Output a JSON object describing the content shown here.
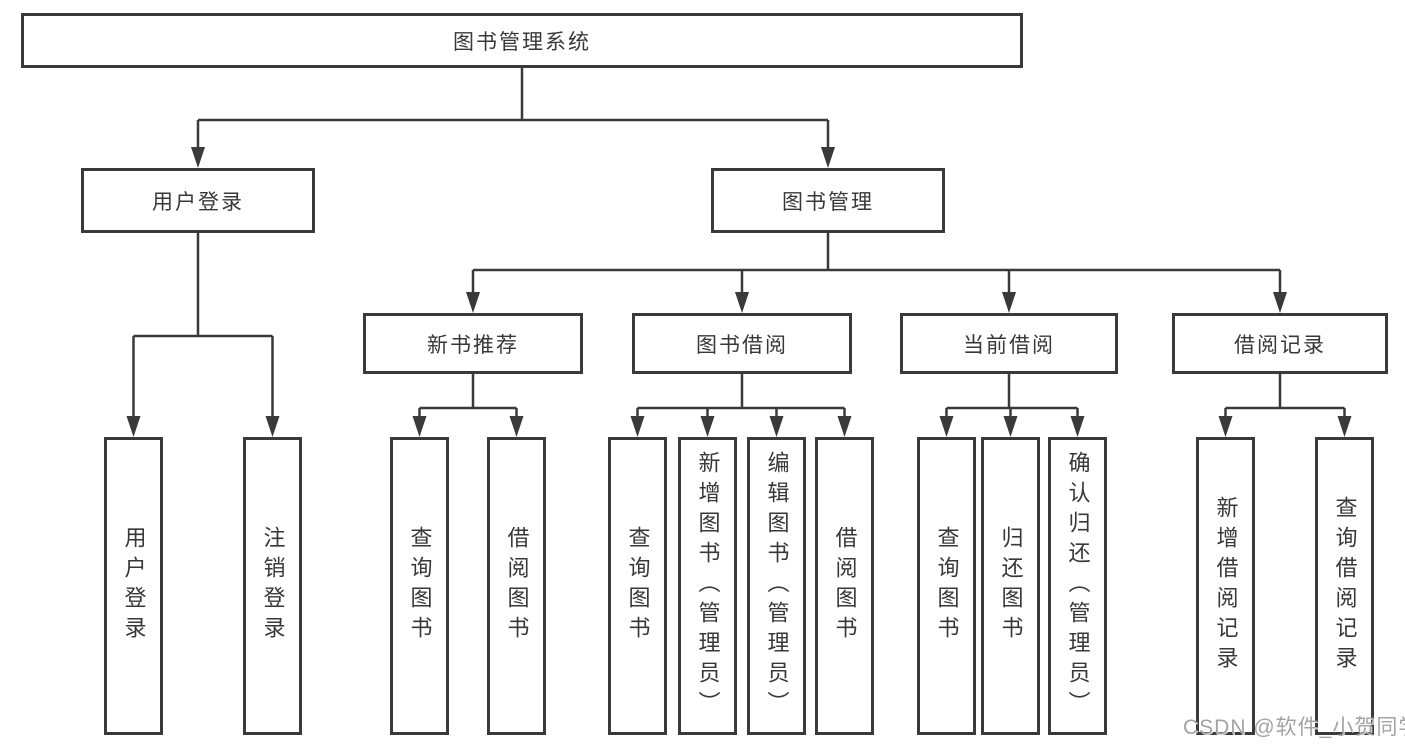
{
  "nodes": {
    "root": "图书管理系统",
    "user_login": "用户登录",
    "book_mgmt": "图书管理",
    "new_book_rec": "新书推荐",
    "book_borrow": "图书借阅",
    "current_borrow": "当前借阅",
    "borrow_records": "借阅记录",
    "v_user_login": "用户登录",
    "v_logout": "注销登录",
    "v_query_book_1": "查询图书",
    "v_borrow_book_1": "借阅图书",
    "v_query_book_2": "查询图书",
    "v_add_book": "新增图书（管理员）",
    "v_edit_book": "编辑图书（管理员）",
    "v_borrow_book_2": "借阅图书",
    "v_query_book_3": "查询图书",
    "v_return_book": "归还图书",
    "v_confirm_return": "确认归还（管理员）",
    "v_add_borrow_record": "新增借阅记录",
    "v_query_borrow_record": "查询借阅记录"
  },
  "hierarchy": {
    "label": "图书管理系统",
    "children": [
      {
        "label": "用户登录",
        "children": [
          "用户登录",
          "注销登录"
        ]
      },
      {
        "label": "图书管理",
        "children": [
          {
            "label": "新书推荐",
            "children": [
              "查询图书",
              "借阅图书"
            ]
          },
          {
            "label": "图书借阅",
            "children": [
              "查询图书",
              "新增图书（管理员）",
              "编辑图书（管理员）",
              "借阅图书"
            ]
          },
          {
            "label": "当前借阅",
            "children": [
              "查询图书",
              "归还图书",
              "确认归还（管理员）"
            ]
          },
          {
            "label": "借阅记录",
            "children": [
              "新增借阅记录",
              "查询借阅记录"
            ]
          }
        ]
      }
    ]
  },
  "watermark": "CSDN @软件_小贺同学",
  "colors": {
    "line": "#3a3a3a",
    "text": "#383838",
    "background": "#ffffff",
    "watermark": "#a3a3a3"
  }
}
